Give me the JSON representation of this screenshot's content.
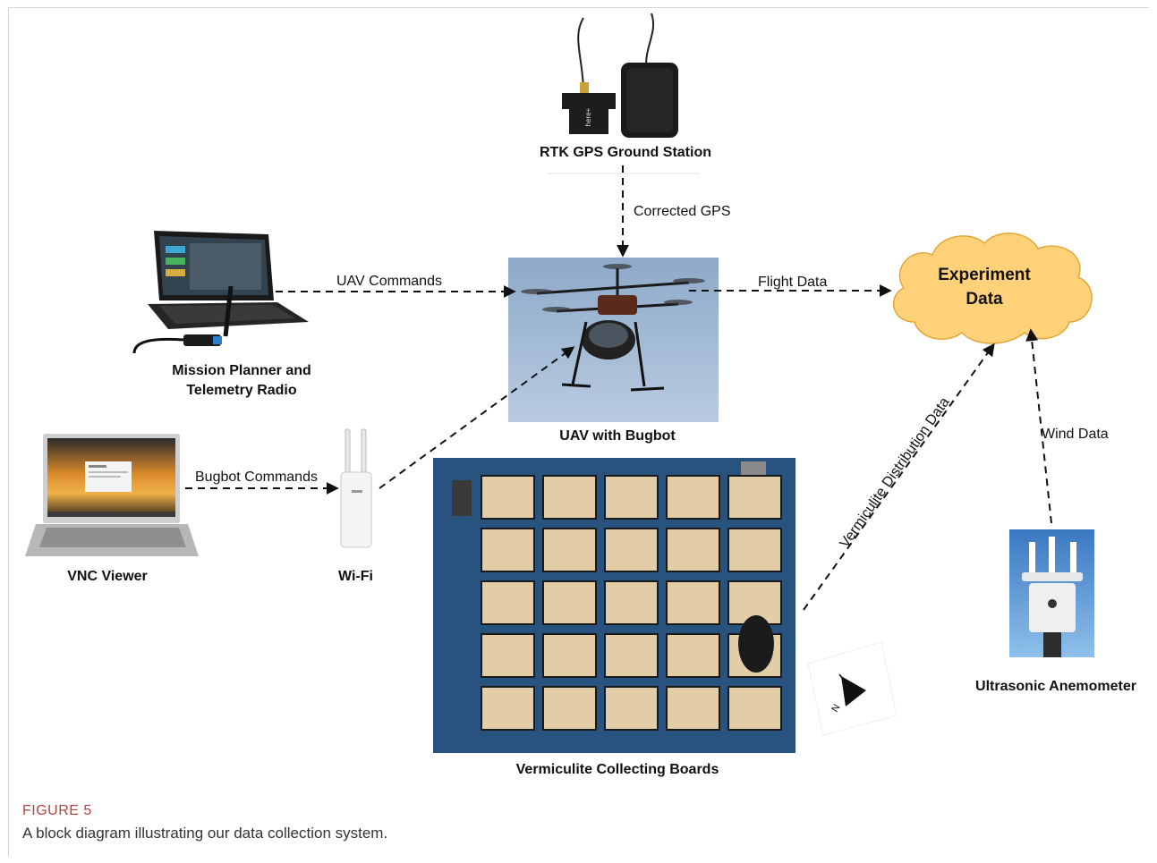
{
  "nodes": {
    "rtk": {
      "label": "RTK GPS Ground Station",
      "device_text": "here+"
    },
    "mission": {
      "label_line1": "Mission Planner and",
      "label_line2": "Telemetry Radio"
    },
    "uav": {
      "label": "UAV with Bugbot"
    },
    "cloud": {
      "label_line1": "Experiment",
      "label_line2": "Data"
    },
    "vnc": {
      "label": "VNC Viewer"
    },
    "wifi": {
      "label": "Wi-Fi"
    },
    "boards": {
      "label": "Vermiculite Collecting Boards",
      "compass_letter": "N"
    },
    "anemometer": {
      "label": "Ultrasonic Anemometer"
    }
  },
  "edges": {
    "corrected_gps": "Corrected GPS",
    "uav_commands": "UAV Commands",
    "flight_data": "Flight Data",
    "bugbot_commands": "Bugbot Commands",
    "vermiculite_data": "Vermiculite Distribution Data",
    "wind_data": "Wind Data"
  },
  "caption": {
    "title": "FIGURE 5",
    "text": "A block diagram illustrating our data collection system."
  },
  "colors": {
    "cloud_fill": "#ffd27a",
    "cloud_stroke": "#e3a63a",
    "sky": "#9fb7d3",
    "tarp": "#2e5e8c",
    "board": "#e2cda7",
    "caption_accent": "#b1453a"
  }
}
